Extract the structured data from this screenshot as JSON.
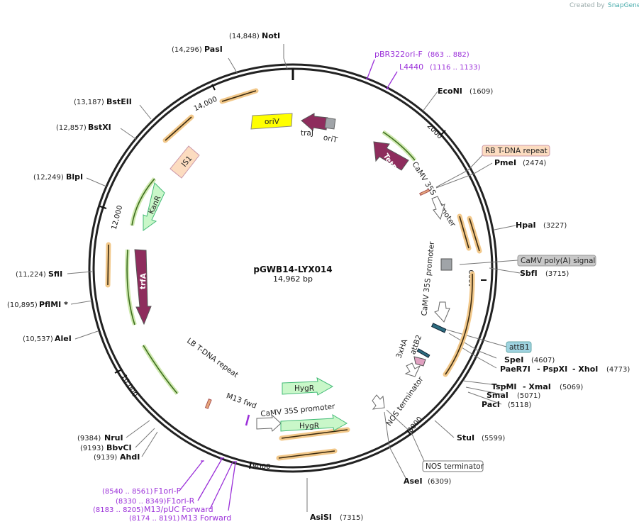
{
  "credit": {
    "prefix": "Created by",
    "brand": "SnapGene"
  },
  "plasmid": {
    "name": "pGWB14-LYX014",
    "size": "14,962 bp"
  },
  "ticks": [
    "2000",
    "4000",
    "6000",
    "8000",
    "10,000",
    "12,000",
    "14,000"
  ],
  "sites": [
    {
      "name": "NotI",
      "coord": "(14,848)"
    },
    {
      "name": "PasI",
      "coord": "(14,296)"
    },
    {
      "name": "BstEII",
      "coord": "(13,187)"
    },
    {
      "name": "BstXI",
      "coord": "(12,857)"
    },
    {
      "name": "BlpI",
      "coord": "(12,249)"
    },
    {
      "name": "SfiI",
      "coord": "(11,224)"
    },
    {
      "name": "PflMI *",
      "coord": "(10,895)"
    },
    {
      "name": "AleI",
      "coord": "(10,537)"
    },
    {
      "name": "NruI",
      "coord": "(9384)"
    },
    {
      "name": "BbvCI",
      "coord": "(9193)"
    },
    {
      "name": "AhdI",
      "coord": "(9139)"
    },
    {
      "name": "AsiSI",
      "coord": "(7315)"
    },
    {
      "name": "AseI",
      "coord": "(6309)"
    },
    {
      "name": "StuI",
      "coord": "(5599)"
    },
    {
      "name": "PacI",
      "coord": "(5118)"
    },
    {
      "name": "SmaI",
      "coord": "(5071)"
    },
    {
      "name": "TspMI",
      "coord": ""
    },
    {
      "name": "- XmaI",
      "coord": "(5069)"
    },
    {
      "name": "PaeR7I",
      "coord": ""
    },
    {
      "name": "- PspXI",
      "coord": ""
    },
    {
      "name": "- XhoI",
      "coord": "(4773)"
    },
    {
      "name": "SpeI",
      "coord": "(4607)"
    },
    {
      "name": "SbfI",
      "coord": "(3715)"
    },
    {
      "name": "HpaI",
      "coord": "(3227)"
    },
    {
      "name": "PmeI",
      "coord": "(2474)"
    },
    {
      "name": "EcoNI",
      "coord": "(1609)"
    }
  ],
  "primers": [
    {
      "name": "pBR322ori-F",
      "coord": "(863 .. 882)"
    },
    {
      "name": "L4440",
      "coord": "(1116 .. 1133)"
    },
    {
      "name": "F1ori-F",
      "coord": "(8540 .. 8561)"
    },
    {
      "name": "F1ori-R",
      "coord": "(8330 .. 8349)"
    },
    {
      "name": "M13/pUC Forward",
      "coord": "(8183 .. 8205)"
    },
    {
      "name": "M13 Forward",
      "coord": "(8174 .. 8191)"
    }
  ],
  "boxed_features": [
    {
      "name": "RB T-DNA repeat",
      "color": "#fcdcc0"
    },
    {
      "name": "CaMV poly(A) signal",
      "color": "#c8c8c8"
    },
    {
      "name": "attB1",
      "color": "#9fd3e0"
    },
    {
      "name": "NOS terminator",
      "color": "#ffffff"
    }
  ],
  "features": {
    "oriV": "oriV",
    "traJ": "traJ",
    "oriT": "oriT",
    "IS1": "IS1",
    "KanR": "KanR",
    "trfA": "trfA",
    "TetR": "TetR",
    "camv1": "CaMV 35S promoter",
    "camv2": "CaMV 35S promoter",
    "camv3": "CaMV 35S promoter",
    "lb": "LB T-DNA repeat",
    "m13fwd": "M13 fwd",
    "hygr1": "HygR",
    "hygr2": "HygR",
    "nos": "NOS terminator",
    "hax3": "3xHA",
    "attb2": "attB2"
  }
}
